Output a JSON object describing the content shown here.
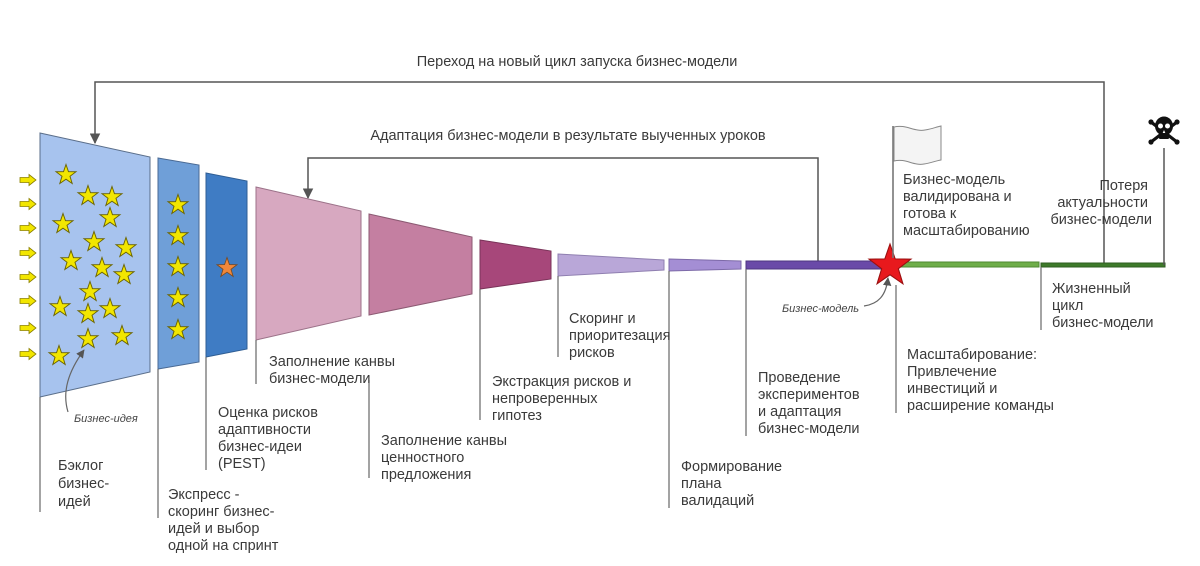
{
  "top_loop": "Переход на новый цикл запуска бизнес-модели",
  "mid_loop": "Адаптация бизнес-модели в результате выученных уроков",
  "annotations": {
    "business_idea": "Бизнес-идея",
    "business_model": "Бизнес-модель"
  },
  "stages": [
    {
      "lines": [
        "Бэклог",
        "бизнес-",
        "идей"
      ]
    },
    {
      "lines": [
        "Экспресс -",
        "скоринг бизнес-",
        "идей и выбор",
        "одной на спринт"
      ]
    },
    {
      "lines": [
        "Оценка рисков",
        "адаптивности",
        "бизнес-идеи",
        "(PEST)"
      ]
    },
    {
      "lines": [
        "Заполнение канвы",
        "бизнес-модели"
      ]
    },
    {
      "lines": [
        "Заполнение канвы",
        "ценностного",
        "предложения"
      ]
    },
    {
      "lines": [
        "Экстракция рисков и",
        "непроверенных",
        "гипотез"
      ]
    },
    {
      "lines": [
        "Скоринг и",
        "приоритезация",
        "рисков"
      ]
    },
    {
      "lines": [
        "Формирование",
        "плана",
        "валидаций"
      ]
    },
    {
      "lines": [
        "Проведение",
        "экспериментов",
        "и адаптация",
        "бизнес-модели"
      ]
    }
  ],
  "validated": {
    "lines": [
      "Бизнес-модель",
      "валидирована и",
      "готова к",
      "масштабированию"
    ]
  },
  "scaling": {
    "lines": [
      "Масштабирование:",
      "Привлечение",
      "инвестиций и",
      "расширение команды"
    ]
  },
  "lifecycle": {
    "lines": [
      "Жизненный",
      "цикл",
      "бизнес-модели"
    ]
  },
  "loss": {
    "lines": [
      "Потеря",
      "актуальности",
      "бизнес-модели"
    ]
  },
  "colors": {
    "backlog": "#a7c3ee",
    "scoring": "#6f9fd8",
    "pest": "#3f7cc4",
    "bm_canvas": "#d7a8c0",
    "vp_canvas": "#c47fa1",
    "hypotheses": "#a7477a",
    "risk_scoring": "#b9a7d8",
    "plan": "#a48ed4",
    "experiments": "#6a4aa8",
    "growth": "#6fae4a",
    "decline": "#3e7a2a",
    "star": "#f2e600",
    "red_star": "#e8191d"
  }
}
